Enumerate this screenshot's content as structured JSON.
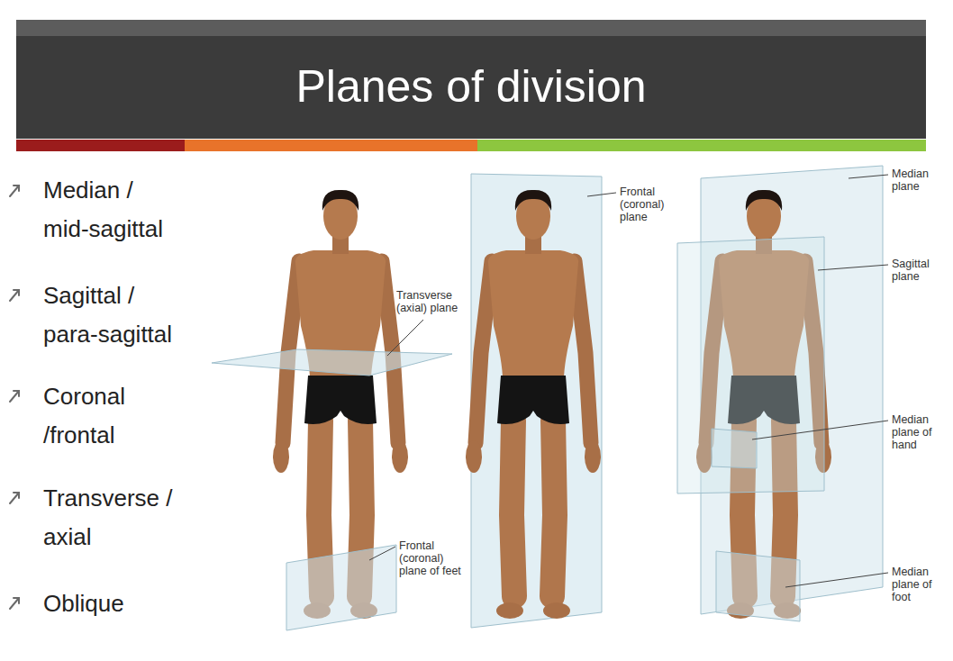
{
  "diagram": {
    "title": "Planes of division",
    "labels": [
      "Median / mid-sagittal",
      "Sagittal / para-sagittal",
      "Coronal /frontal",
      "Transverse / axial",
      "Oblique",
      "Transverse (axial) plane",
      "Frontal (coronal) plane of feet",
      "Frontal (coronal) plane",
      "Median plane",
      "Sagittal plane",
      "Median plane of hand",
      "Median plane of foot"
    ]
  }
}
